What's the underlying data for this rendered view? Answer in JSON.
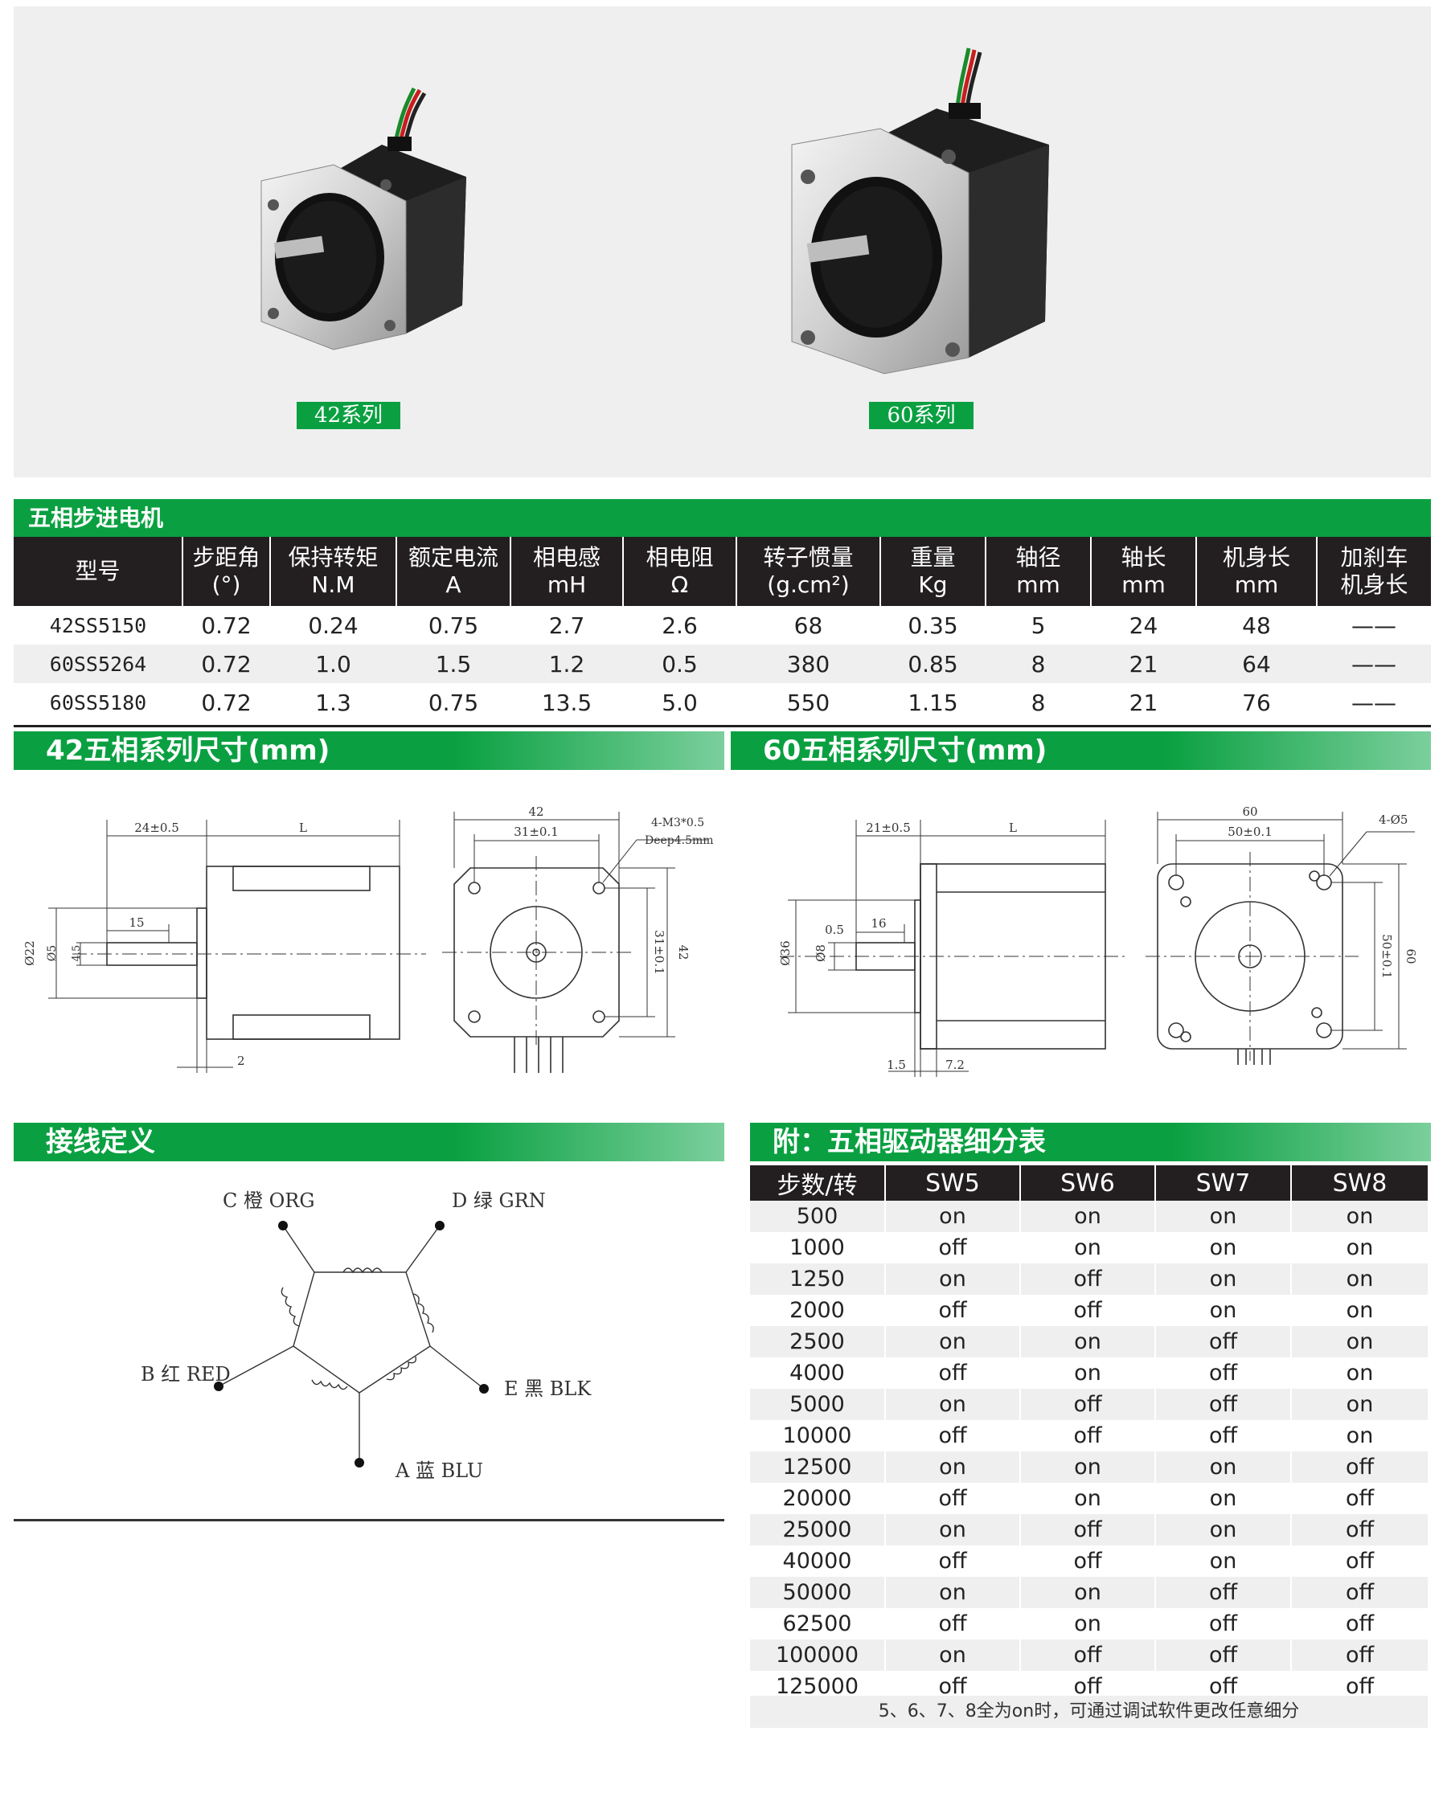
{
  "products": [
    {
      "caption": "42系列"
    },
    {
      "caption": "60系列"
    }
  ],
  "spec_table": {
    "title": "五相步进电机",
    "headers": [
      {
        "l1": "型号",
        "l2": ""
      },
      {
        "l1": "步距角",
        "l2": "(°)"
      },
      {
        "l1": "保持转矩",
        "l2": "N.M"
      },
      {
        "l1": "额定电流",
        "l2": "A"
      },
      {
        "l1": "相电感",
        "l2": "mH"
      },
      {
        "l1": "相电阻",
        "l2": "Ω"
      },
      {
        "l1": "转子惯量",
        "l2": "(g.cm²)"
      },
      {
        "l1": "重量",
        "l2": "Kg"
      },
      {
        "l1": "轴径",
        "l2": "mm"
      },
      {
        "l1": "轴长",
        "l2": "mm"
      },
      {
        "l1": "机身长",
        "l2": "mm"
      },
      {
        "l1": "加刹车",
        "l2": "机身长"
      }
    ],
    "rows": [
      [
        "42SS5150",
        "0.72",
        "0.24",
        "0.75",
        "2.7",
        "2.6",
        "68",
        "0.35",
        "5",
        "24",
        "48",
        "——"
      ],
      [
        "60SS5264",
        "0.72",
        "1.0",
        "1.5",
        "1.2",
        "0.5",
        "380",
        "0.85",
        "8",
        "21",
        "64",
        "——"
      ],
      [
        "60SS5180",
        "0.72",
        "1.3",
        "0.75",
        "13.5",
        "5.0",
        "550",
        "1.15",
        "8",
        "21",
        "76",
        "——"
      ]
    ]
  },
  "dim42": {
    "title": "42五相系列尺寸(mm)",
    "side": {
      "shaft_len": "24±0.5",
      "body_len": "L",
      "flat_len": "15",
      "dia_boss": "Ø22",
      "dia_shaft": "Ø5",
      "flat": "4.5",
      "boss_len": "2"
    },
    "front": {
      "width": "42",
      "hole_pitch": "31±0.1",
      "holes": "4-M3*0.5",
      "depth": "Deep4.5mm",
      "v_pitch": "31±0.1",
      "v_width": "42"
    }
  },
  "dim60": {
    "title": "60五相系列尺寸(mm)",
    "side": {
      "shaft_len": "21±0.5",
      "body_len": "L",
      "flat_len": "16",
      "flat_depth": "0.5",
      "dia_boss": "Ø36",
      "dia_shaft": "Ø8",
      "boss_len": "1.5",
      "flange": "7.2"
    },
    "front": {
      "width": "60",
      "hole_pitch": "50±0.1",
      "holes": "4-Ø5",
      "v_pitch": "50±0.1",
      "v_width": "60"
    }
  },
  "wiring": {
    "title": "接线定义",
    "labels": {
      "c": "C 橙 ORG",
      "d": "D 绿 GRN",
      "b": "B 红 RED",
      "e": "E 黑 BLK",
      "a": "A 蓝 BLU"
    }
  },
  "subdivision": {
    "title": "附：五相驱动器细分表",
    "headers": [
      "步数/转",
      "SW5",
      "SW6",
      "SW7",
      "SW8"
    ],
    "rows": [
      [
        "500",
        "on",
        "on",
        "on",
        "on"
      ],
      [
        "1000",
        "off",
        "on",
        "on",
        "on"
      ],
      [
        "1250",
        "on",
        "off",
        "on",
        "on"
      ],
      [
        "2000",
        "off",
        "off",
        "on",
        "on"
      ],
      [
        "2500",
        "on",
        "on",
        "off",
        "on"
      ],
      [
        "4000",
        "off",
        "on",
        "off",
        "on"
      ],
      [
        "5000",
        "on",
        "off",
        "off",
        "on"
      ],
      [
        "10000",
        "off",
        "off",
        "off",
        "on"
      ],
      [
        "12500",
        "on",
        "on",
        "on",
        "off"
      ],
      [
        "20000",
        "off",
        "on",
        "on",
        "off"
      ],
      [
        "25000",
        "on",
        "off",
        "on",
        "off"
      ],
      [
        "40000",
        "off",
        "off",
        "on",
        "off"
      ],
      [
        "50000",
        "on",
        "on",
        "off",
        "off"
      ],
      [
        "62500",
        "off",
        "on",
        "off",
        "off"
      ],
      [
        "100000",
        "on",
        "off",
        "off",
        "off"
      ],
      [
        "125000",
        "off",
        "off",
        "off",
        "off"
      ]
    ],
    "note": "5、6、7、8全为on时，可通过调试软件更改任意细分"
  }
}
